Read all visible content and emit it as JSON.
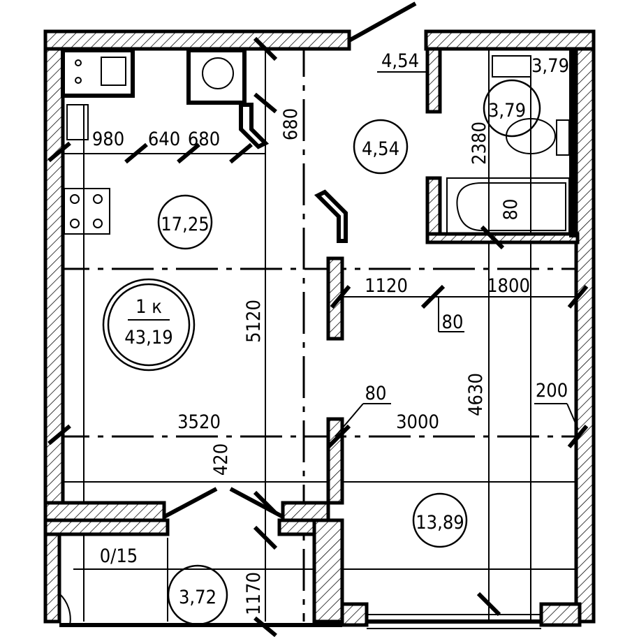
{
  "apartment": {
    "type_label": "1 к",
    "total_area": "43,19"
  },
  "rooms": {
    "kitchen_living": "17,25",
    "hall": "4,54",
    "hall_small": "4,54",
    "bathroom": "3,79",
    "bathroom_small": "3,79",
    "bedroom": "13,89",
    "loggia": "3,72",
    "loggia_coef": "0/15"
  },
  "dimensions": {
    "kitchen_980": "980",
    "kitchen_640": "640",
    "kitchen_680": "680",
    "niche_680": "680",
    "bath_2380": "2380",
    "bath_80": "80",
    "d_1120": "1120",
    "d_1800": "1800",
    "d_80_a": "80",
    "d_80_b": "80",
    "d_5120": "5120",
    "d_3520": "3520",
    "d_3000": "3000",
    "d_4630": "4630",
    "d_200": "200",
    "d_420": "420",
    "d_1170": "1170"
  }
}
